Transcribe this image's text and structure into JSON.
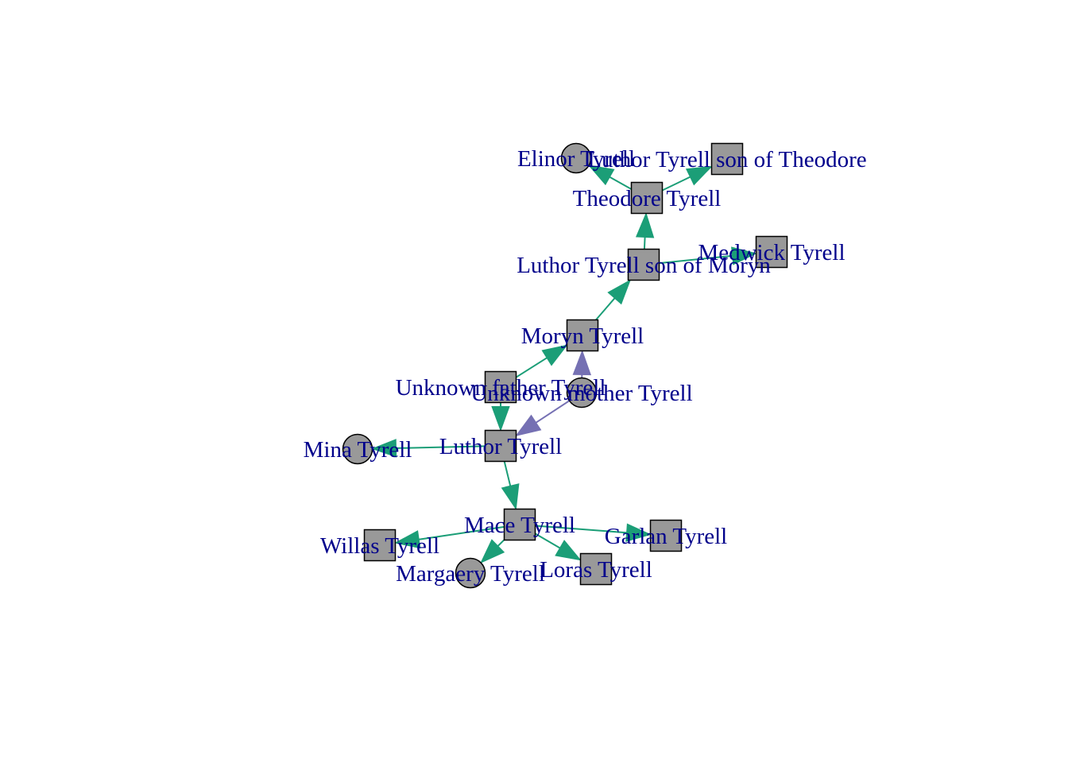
{
  "colors": {
    "edge_paternal": "#1b9e77",
    "edge_maternal": "#7570b3",
    "node_fill": "#999999",
    "node_stroke": "#000000",
    "label": "#00008b",
    "background": "#ffffff"
  },
  "legend": {
    "node_shapes": {
      "male": "square",
      "female": "circle"
    }
  },
  "nodes": [
    {
      "id": "elinor",
      "label": "Elinor Tyrell",
      "shape": "circle"
    },
    {
      "id": "luthor_theodore",
      "label": "Luthor Tyrell son of Theodore",
      "shape": "square"
    },
    {
      "id": "theodore",
      "label": "Theodore Tyrell",
      "shape": "square"
    },
    {
      "id": "medwick",
      "label": "Medwick Tyrell",
      "shape": "square"
    },
    {
      "id": "luthor_moryn",
      "label": "Luthor Tyrell son of Moryn",
      "shape": "square"
    },
    {
      "id": "moryn",
      "label": "Moryn Tyrell",
      "shape": "square"
    },
    {
      "id": "unknown_father",
      "label": "Unknown father Tyrell",
      "shape": "square"
    },
    {
      "id": "unknown_mother",
      "label": "Unknown mother Tyrell",
      "shape": "circle"
    },
    {
      "id": "mina",
      "label": "Mina Tyrell",
      "shape": "circle"
    },
    {
      "id": "luthor",
      "label": "Luthor Tyrell",
      "shape": "square"
    },
    {
      "id": "mace",
      "label": "Mace Tyrell",
      "shape": "square"
    },
    {
      "id": "garlan",
      "label": "Garlan Tyrell",
      "shape": "square"
    },
    {
      "id": "willas",
      "label": "Willas Tyrell",
      "shape": "square"
    },
    {
      "id": "loras",
      "label": "Loras Tyrell",
      "shape": "square"
    },
    {
      "id": "margaery",
      "label": "Margaery Tyrell",
      "shape": "circle"
    }
  ],
  "edges": [
    {
      "from": "theodore",
      "to": "elinor",
      "type": "paternal"
    },
    {
      "from": "theodore",
      "to": "luthor_theodore",
      "type": "paternal"
    },
    {
      "from": "luthor_moryn",
      "to": "theodore",
      "type": "paternal"
    },
    {
      "from": "luthor_moryn",
      "to": "medwick",
      "type": "paternal"
    },
    {
      "from": "moryn",
      "to": "luthor_moryn",
      "type": "paternal"
    },
    {
      "from": "unknown_father",
      "to": "moryn",
      "type": "paternal"
    },
    {
      "from": "unknown_mother",
      "to": "moryn",
      "type": "maternal"
    },
    {
      "from": "unknown_father",
      "to": "luthor",
      "type": "paternal"
    },
    {
      "from": "unknown_mother",
      "to": "luthor",
      "type": "maternal"
    },
    {
      "from": "luthor",
      "to": "mina",
      "type": "paternal"
    },
    {
      "from": "luthor",
      "to": "mace",
      "type": "paternal"
    },
    {
      "from": "mace",
      "to": "garlan",
      "type": "paternal"
    },
    {
      "from": "mace",
      "to": "willas",
      "type": "paternal"
    },
    {
      "from": "mace",
      "to": "loras",
      "type": "paternal"
    },
    {
      "from": "mace",
      "to": "margaery",
      "type": "paternal"
    }
  ]
}
